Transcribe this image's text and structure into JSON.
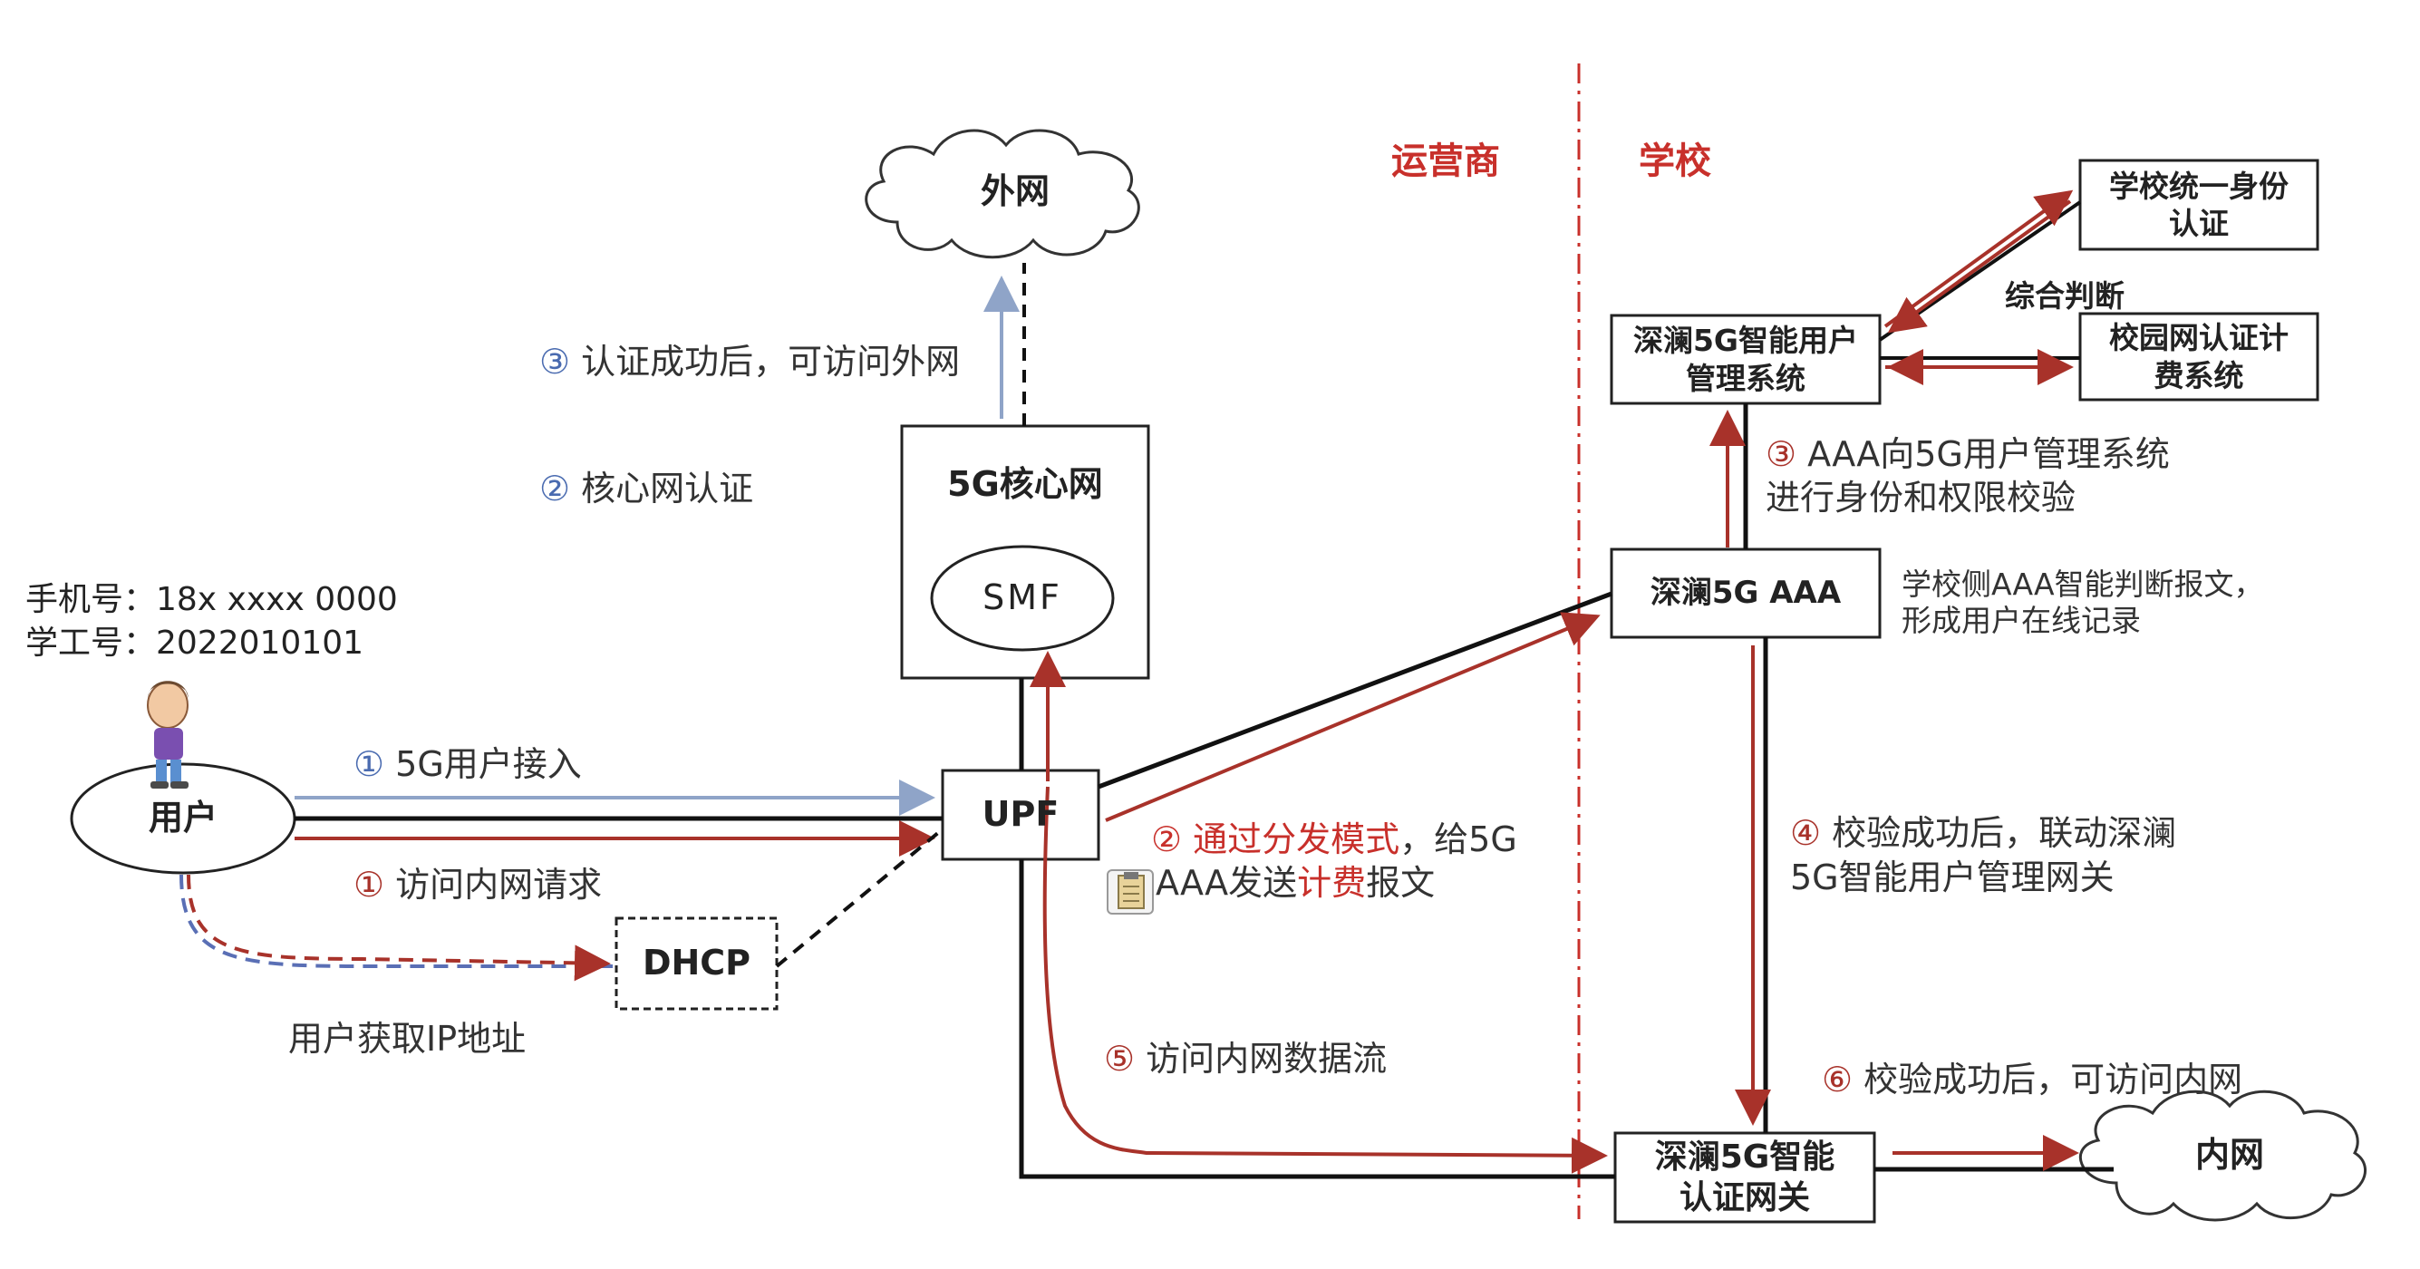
{
  "zones": {
    "operator": "运营商",
    "school": "学校"
  },
  "nodes": {
    "external_net": "外网",
    "core_net": "5G核心网",
    "smf": "SMF",
    "upf": "UPF",
    "user": "用户",
    "dhcp": "DHCP",
    "mgmt_system": [
      "深澜5G智能用户",
      "管理系统"
    ],
    "unified_auth": [
      "学校统一身份",
      "认证"
    ],
    "billing": [
      "校园网认证计",
      "费系统"
    ],
    "aaa": "深澜5G AAA",
    "gateway": [
      "深澜5G智能",
      "认证网关"
    ],
    "internal_net": "内网"
  },
  "user_info": {
    "phone": "手机号：18x xxxx 0000",
    "student_id": "学工号：2022010101"
  },
  "labels": {
    "step3_external": "③ 认证成功后，可访问外网",
    "step2_core": "② 核心网认证",
    "step1_access": "① 5G用户接入",
    "step1_request": "① 访问内网请求",
    "get_ip": "用户获取IP地址",
    "step2_forward_prefix": "② ",
    "step2_forward_highlight": "通过分发模式",
    "step2_forward_suffix": "，给5G",
    "step2_forward_line2_a": "AAA发送",
    "step2_forward_line2_hl": "计费",
    "step2_forward_line2_b": "报文",
    "step5_flow": "⑤ 访问内网数据流",
    "step3_aaa_line1": "③ AAA向5G用户管理系统",
    "step3_aaa_line2": "进行身份和权限校验",
    "aaa_note_line1": "学校侧AAA智能判断报文，",
    "aaa_note_line2": "形成用户在线记录",
    "comprehensive": "综合判断",
    "step4_line1": "④ 校验成功后，联动深澜",
    "step4_line2": "5G智能用户管理网关",
    "step6": "⑥ 校验成功后，可访问内网"
  },
  "icons": {
    "user_avatar": "person-avatar-icon",
    "clipboard": "clipboard-icon",
    "cloud": "cloud-icon"
  },
  "colors": {
    "red_line": "#a8322a",
    "blue_line": "#8fa4c8",
    "zone_red": "#c8302b",
    "black_line": "#111111"
  }
}
